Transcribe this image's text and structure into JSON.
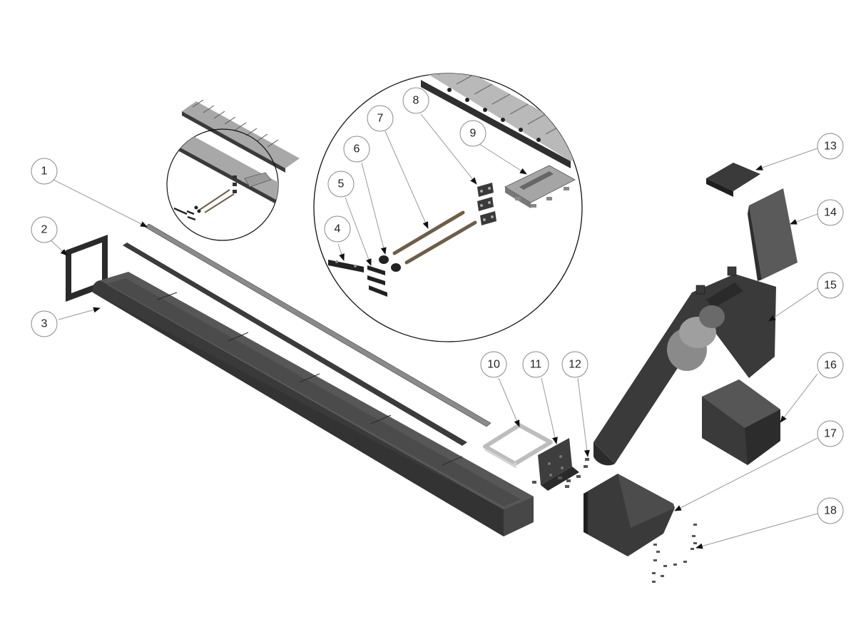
{
  "balloons": [
    "1",
    "2",
    "3",
    "4",
    "5",
    "6",
    "7",
    "8",
    "9",
    "10",
    "11",
    "12",
    "13",
    "14",
    "15",
    "16",
    "17",
    "18"
  ],
  "colors": {
    "part_dark": "#3e3e3e",
    "part_mid": "#6a6a6a",
    "part_light": "#bdbdbd",
    "leader": "#999999",
    "balloon_stroke": "#8a8a8a"
  }
}
